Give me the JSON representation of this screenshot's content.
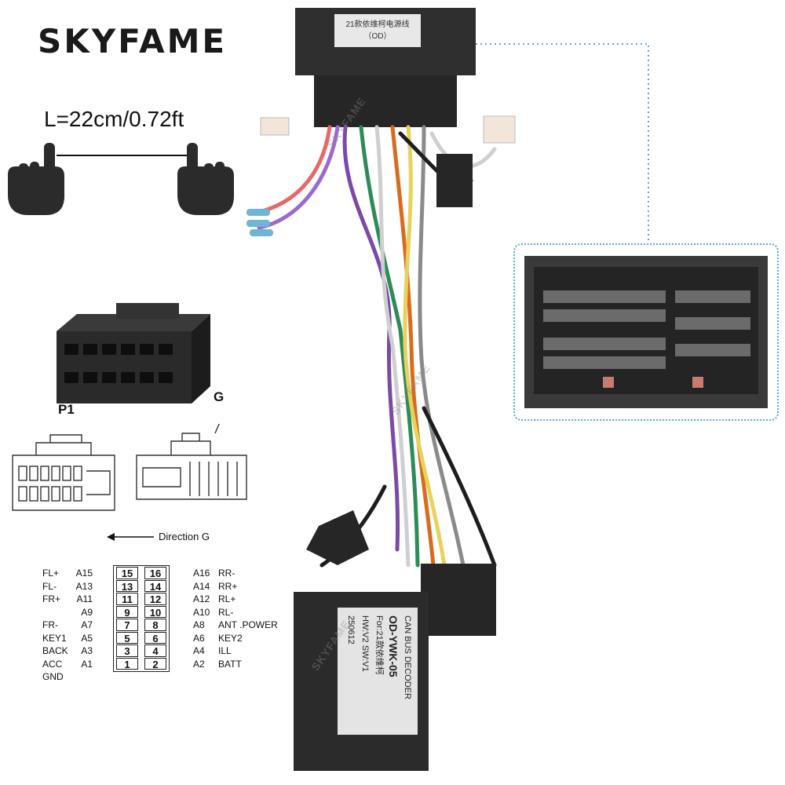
{
  "brand": "SKYFAME",
  "cable_length": "L=22cm/0.72ft",
  "connector_label": "21款依维柯电源线",
  "connector_sublabel": "（OD）",
  "p1_label": "P1",
  "g_label": "G",
  "direction_label": "Direction G",
  "watermark": "SKYFAME",
  "pins": [
    {
      "left_label": "FL+",
      "left_code": "A15",
      "left_num": "15",
      "right_num": "16",
      "right_code": "A16",
      "right_label": "RR-"
    },
    {
      "left_label": "FL-",
      "left_code": "A13",
      "left_num": "13",
      "right_num": "14",
      "right_code": "A14",
      "right_label": "RR+"
    },
    {
      "left_label": "FR+",
      "left_code": "A11",
      "left_num": "11",
      "right_num": "12",
      "right_code": "A12",
      "right_label": "RL+"
    },
    {
      "left_label": "",
      "left_code": "A9",
      "left_num": "9",
      "right_num": "10",
      "right_code": "A10",
      "right_label": "RL-"
    },
    {
      "left_label": "FR-",
      "left_code": "A7",
      "left_num": "7",
      "right_num": "8",
      "right_code": "A8",
      "right_label": "ANT .POWER"
    },
    {
      "left_label": "KEY1",
      "left_code": "A5",
      "left_num": "5",
      "right_num": "6",
      "right_code": "A6",
      "right_label": "KEY2"
    },
    {
      "left_label": "BACK",
      "left_code": "A3",
      "left_num": "3",
      "right_num": "4",
      "right_code": "A4",
      "right_label": "ILL"
    },
    {
      "left_label": "ACC",
      "left_code": "A1",
      "left_num": "1",
      "right_num": "2",
      "right_code": "A2",
      "right_label": "BATT"
    },
    {
      "left_label": "GND",
      "left_code": "",
      "left_num": "",
      "right_num": "",
      "right_code": "",
      "right_label": ""
    }
  ],
  "decoder": {
    "line1": "CAN BUS DECODER",
    "line2": "OD-YWK-05",
    "line3": "For:21款依维柯",
    "line4": "HW:V2   SW:V1",
    "line5": "250612"
  },
  "colors": {
    "connector": "#2a2a2a",
    "accent_blue": "#5aa8d8"
  }
}
